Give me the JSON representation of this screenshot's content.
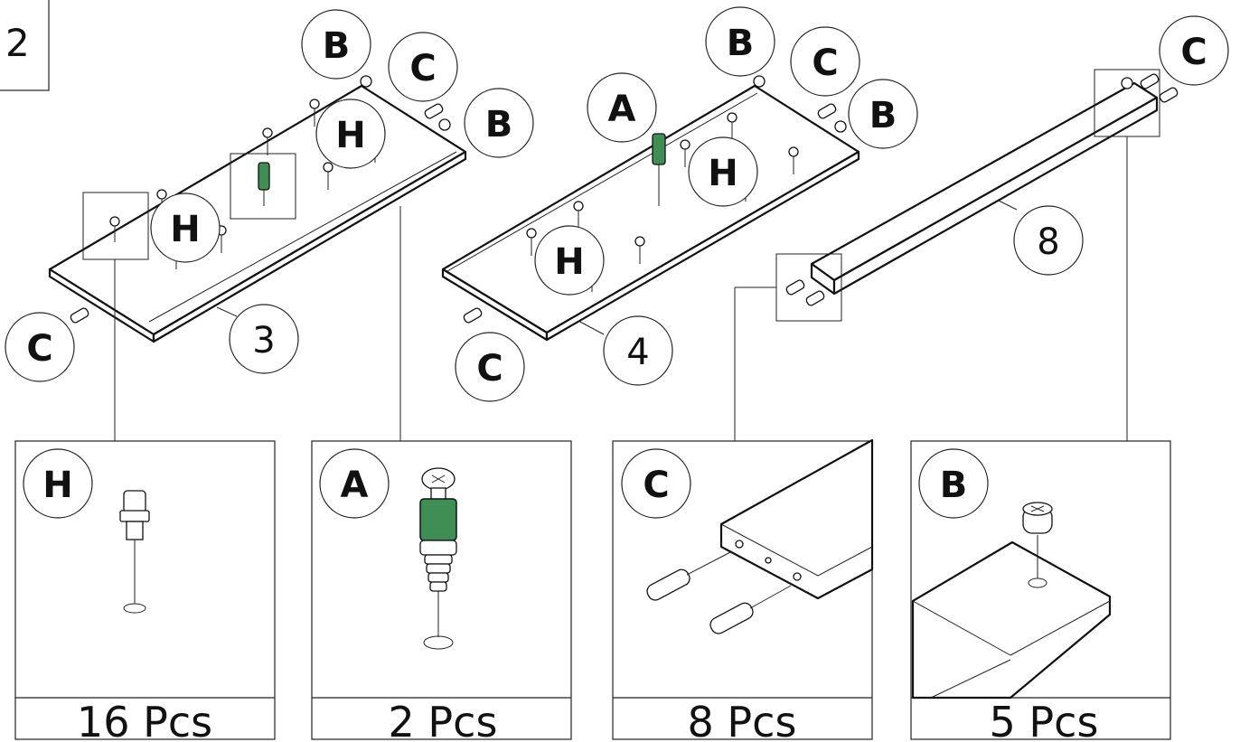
{
  "step": {
    "number": "2"
  },
  "labels": {
    "bubbles": {
      "top_board3_b": "B",
      "top_board3_c": "C",
      "right_board3_b": "B",
      "board3_h_upper": "H",
      "board3_h_lower": "H",
      "board3_c_left": "C",
      "board4_a": "A",
      "board4_b_top": "B",
      "board4_c_top": "C",
      "board4_b_right": "B",
      "board4_h_upper": "H",
      "board4_h_lower": "H",
      "board4_c_left": "C",
      "board8_c": "C"
    },
    "parts": {
      "part3": "3",
      "part4": "4",
      "part8": "8"
    }
  },
  "details": [
    {
      "id": "H",
      "letter": "H",
      "count": "16 Pcs"
    },
    {
      "id": "A",
      "letter": "A",
      "count": "2 Pcs"
    },
    {
      "id": "C",
      "letter": "C",
      "count": "8 Pcs"
    },
    {
      "id": "B",
      "letter": "B",
      "count": "5 Pcs"
    }
  ],
  "colors": {
    "accent_green": "#3f8f55",
    "ink": "#111111"
  }
}
